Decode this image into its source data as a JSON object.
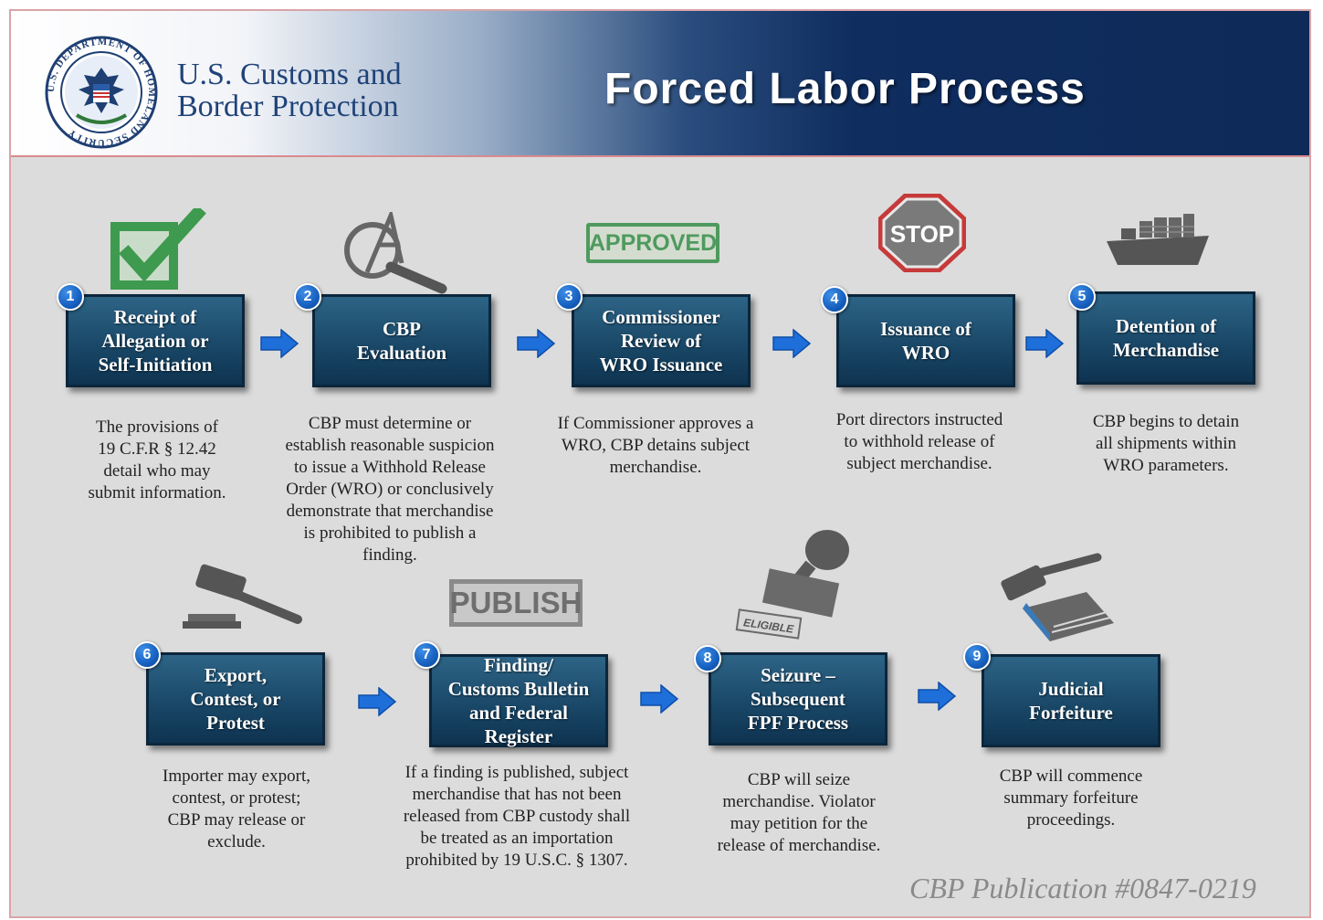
{
  "header": {
    "agency_name": "U.S. Customs and\nBorder Protection",
    "seal_text": "U.S. DEPARTMENT OF HOMELAND SECURITY",
    "title": "Forced Labor Process"
  },
  "colors": {
    "header_navy": "#0e2a58",
    "box_blue": "#1a4868",
    "number_badge": "#1660c0",
    "arrow_blue": "#1e6fd9",
    "background": "#dcdcdc"
  },
  "steps": [
    {
      "number": "1",
      "title": "Receipt of\nAllegation or\nSelf-Initiation",
      "icon": "checkbox-check-icon",
      "description": "The provisions of\n19 C.F.R § 12.42\ndetail who may\nsubmit information."
    },
    {
      "number": "2",
      "title": "CBP\nEvaluation",
      "icon": "magnifying-glass-icon",
      "description": "CBP must determine or\nestablish reasonable suspicion\nto issue a Withhold Release\nOrder (WRO) or conclusively\ndemonstrate that merchandise\nis prohibited to publish a\nfinding."
    },
    {
      "number": "3",
      "title": "Commissioner\nReview of\nWRO Issuance",
      "icon": "approved-stamp-icon",
      "icon_text": "APPROVED",
      "description": "If Commissioner approves a\nWRO, CBP detains subject\nmerchandise."
    },
    {
      "number": "4",
      "title": "Issuance of\nWRO",
      "icon": "stop-sign-icon",
      "icon_text": "STOP",
      "description": "Port directors instructed\nto withhold release of\nsubject merchandise."
    },
    {
      "number": "5",
      "title": "Detention of\nMerchandise",
      "icon": "cargo-ship-icon",
      "description": "CBP begins to detain\nall shipments within\nWRO parameters."
    },
    {
      "number": "6",
      "title": "Export,\nContest, or\nProtest",
      "icon": "gavel-icon",
      "description": "Importer may export,\ncontest, or protest;\nCBP may release or\nexclude."
    },
    {
      "number": "7",
      "title": "Finding/\nCustoms Bulletin\nand Federal\nRegister",
      "icon": "publish-stamp-icon",
      "icon_text": "PUBLISH",
      "description": "If a finding is published, subject\nmerchandise that has not been\nreleased from CBP custody shall\nbe treated as an importation\nprohibited by 19 U.S.C. § 1307."
    },
    {
      "number": "8",
      "title": "Seizure –\nSubsequent\nFPF Process",
      "icon": "rubber-stamp-icon",
      "icon_text": "ELIGIBLE",
      "description": "CBP will seize\nmerchandise.  Violator\nmay petition for the\nrelease of merchandise."
    },
    {
      "number": "9",
      "title": "Judicial\nForfeiture",
      "icon": "gavel-book-icon",
      "description": "CBP will commence\nsummary forfeiture\nproceedings."
    }
  ],
  "footer": {
    "publication": "CBP Publication #0847-0219"
  }
}
